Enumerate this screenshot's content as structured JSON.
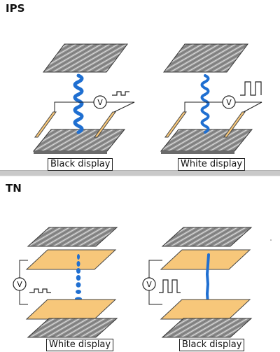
{
  "sections": {
    "ips": {
      "title": "IPS",
      "left_caption": "Black display",
      "right_caption": "White display"
    },
    "tn": {
      "title": "TN",
      "left_caption": "White display",
      "right_caption": "Black display"
    }
  },
  "meter_label": "V",
  "colors": {
    "polarizer_fill": "#8e8e8e",
    "polarizer_stripe": "#d6d6d6",
    "electrode_fill": "#f7c77a",
    "electrode_stroke": "#444444",
    "liquid_crystal": "#1f6fd1",
    "line": "#222222",
    "divider_top": "#b8b8b8",
    "divider_bottom": "#e9e9e9"
  }
}
